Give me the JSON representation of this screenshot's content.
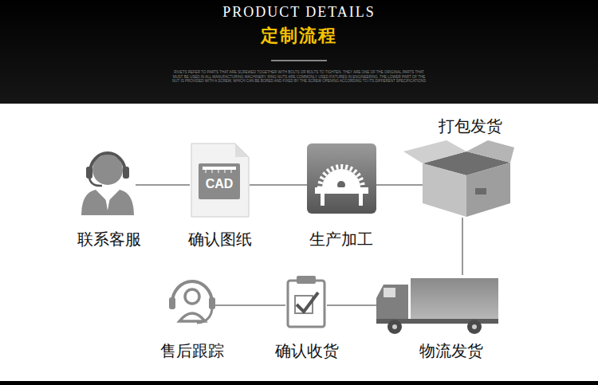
{
  "diagram": {
    "title": "定制流程",
    "nodes": [
      {
        "text": [
          "联系客服"
        ]
      },
      {
        "text": [
          "CAD",
          "确认图纸"
        ]
      },
      {
        "text": [
          "生产加工"
        ]
      },
      {
        "text": [
          "打包发货"
        ]
      },
      {
        "text": [
          "物流发货"
        ]
      },
      {
        "text": [
          "确认收货"
        ]
      },
      {
        "text": [
          "售后跟踪"
        ]
      }
    ],
    "edges": [
      {
        "from": 0,
        "to": 1,
        "arrow": "none"
      },
      {
        "from": 1,
        "to": 2,
        "arrow": "none"
      },
      {
        "from": 2,
        "to": 3,
        "arrow": "none"
      },
      {
        "from": 3,
        "to": 4,
        "arrow": "none"
      },
      {
        "from": 4,
        "to": 5,
        "arrow": "none"
      },
      {
        "from": 5,
        "to": 6,
        "arrow": "none"
      }
    ],
    "labels": [
      "PRODUCT DETAILS",
      "RIVETS REFER TO PARTS THAT ARE SCREWED TOGETHER WITH BOLTS OR BOLTS TO TIGHTEN. THEY ARE ONE OF THE ORIGINAL PARTS THAT MUST BE USED IN ALL MANUFACTURING MACHINERY. RING NUTS ARE COMMONLY USED FIXTURES IN ENGINEERING. THE LOWER PART OF THE NUT IS PROVIDED WITH A SCREW, WHICH CAN BE BORED AND FIXED BY THE SCREW OPENING ACCORDING TO ITS DIFFERENT SPECIFICATIONS"
    ]
  }
}
